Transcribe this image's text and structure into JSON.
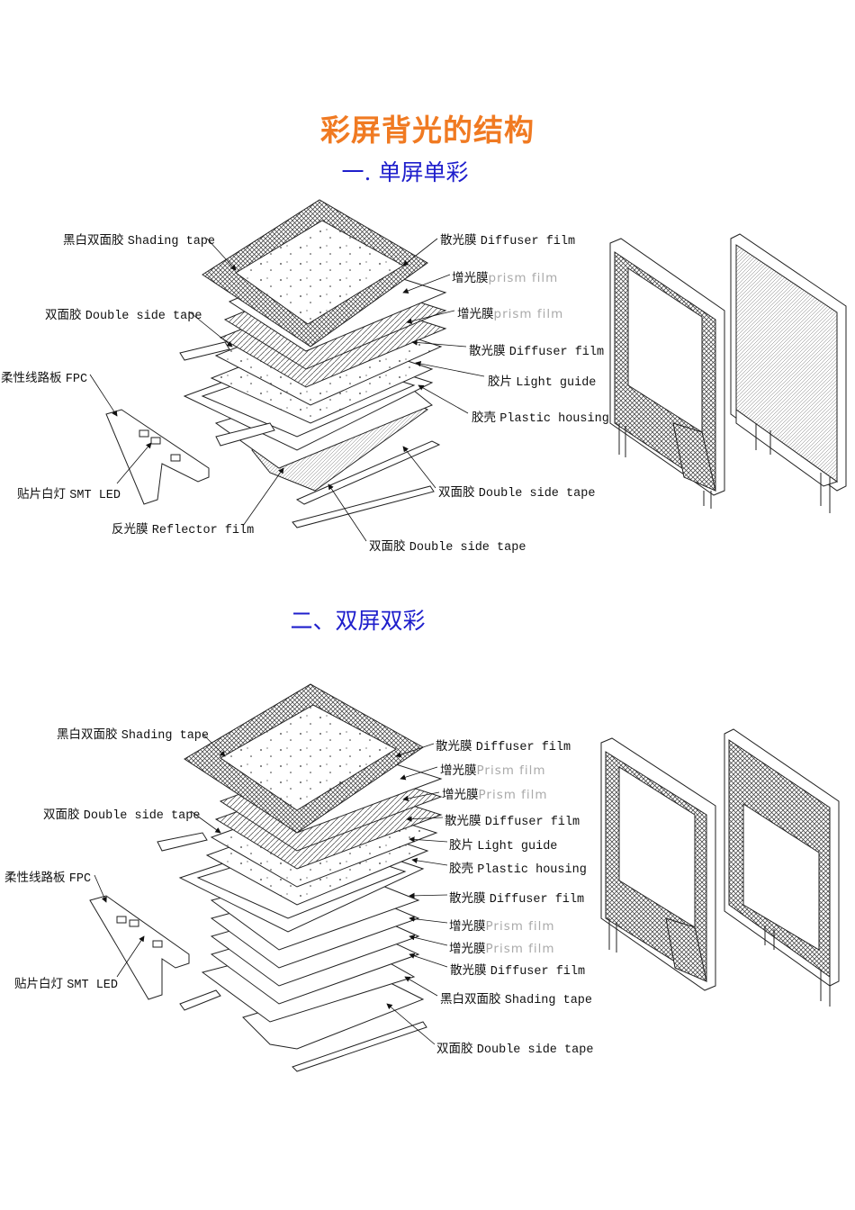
{
  "title": "彩屏背光的结构",
  "section1": {
    "heading": "一.  单屏单彩",
    "labels": [
      {
        "zh": "黑白双面胶",
        "en": "Shading tape"
      },
      {
        "zh": "双面胶",
        "en": "Double side tape"
      },
      {
        "zh": "柔性线路板",
        "en": "FPC"
      },
      {
        "zh": "贴片白灯",
        "en": "SMT LED"
      },
      {
        "zh": "反光膜",
        "en": "Reflector film"
      },
      {
        "zh": "双面胶",
        "en": "Double side tape"
      },
      {
        "zh": "散光膜",
        "en": "Diffuser film"
      },
      {
        "zh": "增光膜",
        "en": "prism film"
      },
      {
        "zh": "增光膜",
        "en": "prism film"
      },
      {
        "zh": "散光膜",
        "en": " Diffuser film"
      },
      {
        "zh": "胶片",
        "en": " Light guide"
      },
      {
        "zh": "胶壳",
        "en": " Plastic housing"
      },
      {
        "zh": "双面胶",
        "en": "Double side tape"
      }
    ]
  },
  "section2": {
    "heading": "二、双屏双彩",
    "labels": [
      {
        "zh": "黑白双面胶",
        "en": "Shading tape"
      },
      {
        "zh": "双面胶",
        "en": "Double side tape"
      },
      {
        "zh": "柔性线路板",
        "en": "FPC"
      },
      {
        "zh": "贴片白灯",
        "en": "SMT LED"
      },
      {
        "zh": "散光膜",
        "en": "Diffuser film"
      },
      {
        "zh": "增光膜",
        "en": "Prism film"
      },
      {
        "zh": "增光膜",
        "en": "Prism film"
      },
      {
        "zh": "散光膜",
        "en": " Diffuser film"
      },
      {
        "zh": "胶片",
        "en": " Light guide"
      },
      {
        "zh": "胶壳",
        "en": " Plastic housing"
      },
      {
        "zh": "散光膜",
        "en": " Diffuser film"
      },
      {
        "zh": "增光膜",
        "en": "Prism film"
      },
      {
        "zh": "增光膜",
        "en": "Prism film"
      },
      {
        "zh": "散光膜",
        "en": " Diffuser film"
      },
      {
        "zh": "黑白双面胶",
        "en": "Shading tape"
      },
      {
        "zh": "双面胶",
        "en": "Double side tape"
      }
    ]
  }
}
